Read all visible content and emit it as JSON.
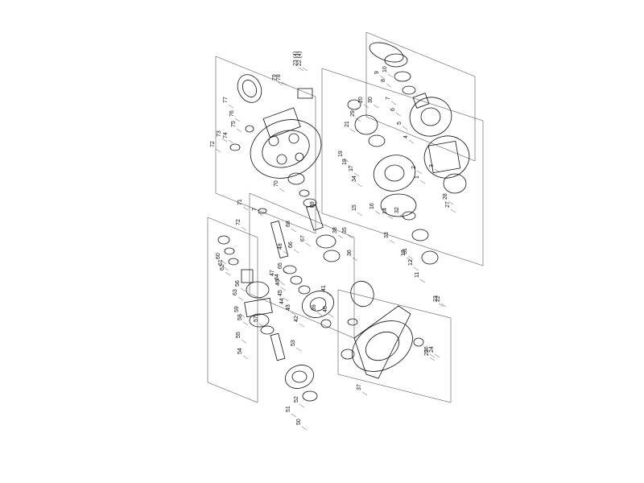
{
  "diagram": {
    "labels": [
      "77",
      "76",
      "75",
      "74",
      "73",
      "72",
      "71",
      "78",
      "79",
      "23 (4)",
      "22 (4)",
      "72",
      "70",
      "69",
      "7",
      "68",
      "67",
      "66",
      "65",
      "64",
      "63",
      "62",
      "61",
      "60",
      "59",
      "58",
      "57",
      "56",
      "55",
      "54",
      "53",
      "52",
      "51",
      "50",
      "48",
      "47",
      "46",
      "45",
      "44",
      "43",
      "42",
      "41",
      "40",
      "39",
      "38",
      "37",
      "36",
      "35",
      "34",
      "33",
      "32",
      "31",
      "30",
      "29",
      "28",
      "27",
      "26",
      "25",
      "24",
      "23",
      "22",
      "21",
      "20",
      "19",
      "18",
      "17",
      "16",
      "15",
      "14",
      "13",
      "12",
      "11",
      "10",
      "9",
      "8",
      "7",
      "6",
      "5",
      "4",
      "3",
      "2",
      "1"
    ]
  }
}
